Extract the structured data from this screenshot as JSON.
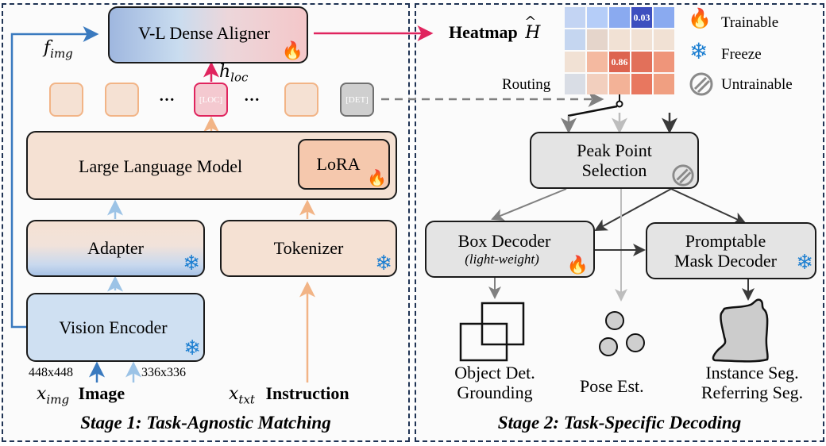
{
  "stage1": {
    "title": "Stage 1: Task-Agnostic Matching",
    "aligner_label": "V-L Dense Aligner",
    "f_img_label": "f",
    "f_img_sub": "img",
    "h_loc_label": "h",
    "h_loc_sub": "loc",
    "tokens": [
      {
        "type": "text",
        "label": ""
      },
      {
        "type": "text",
        "label": ""
      },
      {
        "type": "dots",
        "label": "…"
      },
      {
        "type": "loc",
        "label": "[LOC]"
      },
      {
        "type": "dots",
        "label": "…"
      },
      {
        "type": "text",
        "label": ""
      },
      {
        "type": "det",
        "label": "[DET]"
      }
    ],
    "llm_label": "Large Language Model",
    "lora_label": "LoRA",
    "adapter_label": "Adapter",
    "tokenizer_label": "Tokenizer",
    "vision_encoder_label": "Vision Encoder",
    "res_high": "448x448",
    "res_low": "336x336",
    "x_img_label": "x",
    "x_img_sub": "img",
    "image_label": "Image",
    "x_txt_label": "x",
    "x_txt_sub": "txt",
    "instruction_label": "Instruction"
  },
  "stage2": {
    "title": "Stage 2: Task-Specific Decoding",
    "heatmap_label": "Heatmap",
    "heatmap_symbol": "H",
    "routing_label": "Routing",
    "heatmap": {
      "rows": 4,
      "cols": 5,
      "colors": [
        [
          "#c3d4f3",
          "#b5cdf8",
          "#8aaaf0",
          "#3d4fbf",
          "#8aaaf0"
        ],
        [
          "#c5d6f0",
          "#e5d5cb",
          "#f1e1d4",
          "#f1e1d4",
          "#f1e1d4"
        ],
        [
          "#f1e1d4",
          "#f4b9a0",
          "#dd6450",
          "#e2705a",
          "#ef957a"
        ],
        [
          "#d9dde5",
          "#f2cfbe",
          "#f3b297",
          "#e8775f",
          "#f09f81"
        ]
      ],
      "annotations": [
        {
          "row": 0,
          "col": 3,
          "text": "0.03"
        },
        {
          "row": 2,
          "col": 2,
          "text": "0.86"
        }
      ]
    },
    "peak_label_1": "Peak Point",
    "peak_label_2": "Selection",
    "box_decoder_label": "Box Decoder",
    "box_decoder_sub": "(light-weight)",
    "mask_decoder_label_1": "Promptable",
    "mask_decoder_label_2": "Mask Decoder",
    "outputs": {
      "detection_1": "Object Det.",
      "detection_2": "Grounding",
      "pose": "Pose Est.",
      "seg_1": "Instance Seg.",
      "seg_2": "Referring Seg."
    }
  },
  "legend": {
    "trainable": "Trainable",
    "freeze": "Freeze",
    "untrainable": "Untrainable"
  },
  "colors": {
    "panel_border": "#1f3354",
    "vision_blue": "#3a7abf",
    "loc_pink": "#e0245e",
    "text_orange": "#f2b486",
    "grey_box": "#e4e4e4",
    "snow_blue": "#1d7fd1",
    "flame_red": "#f0302b"
  }
}
